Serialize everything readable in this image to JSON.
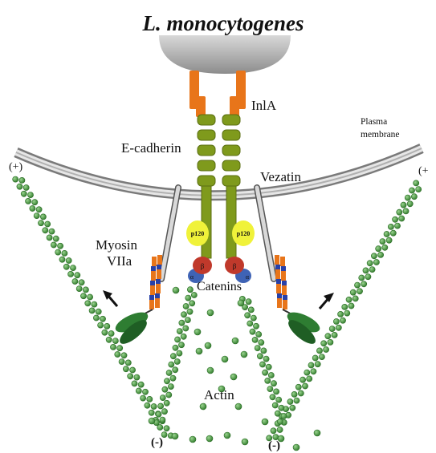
{
  "diagram": {
    "title": "L. monocytogenes",
    "labels": {
      "inla": "InlA",
      "ecadherin": "E-cadherin",
      "plasma_membrane_line1": "Plasma",
      "plasma_membrane_line2": "membrane",
      "vezatin": "Vezatin",
      "myosin_line1": "Myosin",
      "myosin_line2": "VIIa",
      "p120_left": "p120",
      "p120_right": "p120",
      "catenins": "Catenins",
      "actin": "Actin",
      "plus_left": "(+)",
      "plus_right": "(+",
      "minus_left": "(-)",
      "minus_right": "(-)",
      "beta_left": "β",
      "beta_right": "β",
      "alpha_left": "α",
      "alpha_right": "α"
    },
    "colors": {
      "bacterium": "#a9a9a9",
      "inla": "#e8751a",
      "cadherin": "#7f9a1c",
      "membrane": "#bdbdbd",
      "actin": "#4fa046",
      "p120": "#f0f23a",
      "beta_catenin": "#c0392b",
      "alpha_catenin": "#3f63b5",
      "myosin_head": "#2e7d32"
    }
  }
}
